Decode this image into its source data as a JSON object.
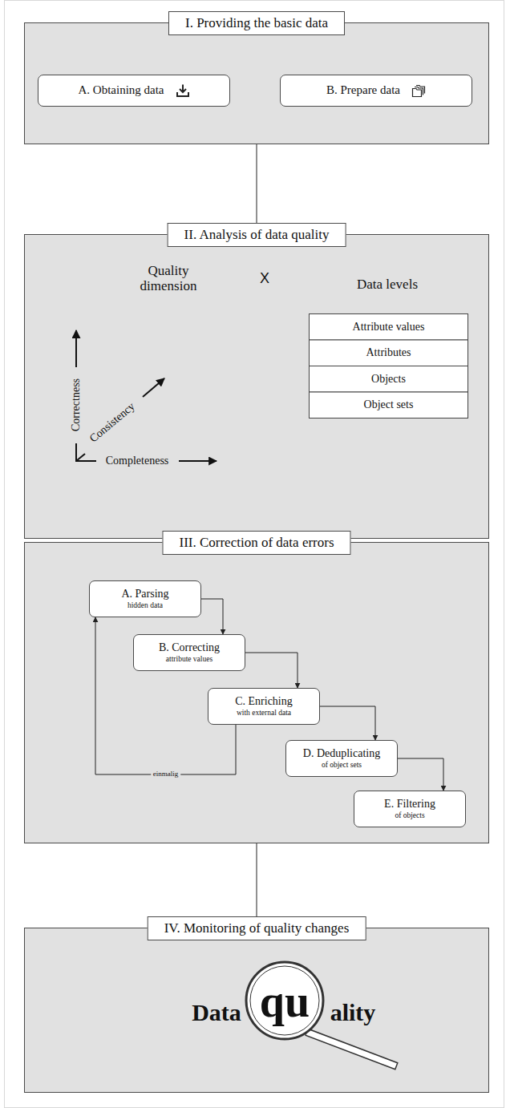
{
  "diagram": {
    "nodes": [
      {
        "text": [
          "I. Providing the basic data"
        ]
      },
      {
        "text": [
          "A. Obtaining data"
        ],
        "in": 0
      },
      {
        "text": [
          "B. Prepare data"
        ],
        "in": 0
      },
      {
        "text": [
          "II. Analysis of data quality"
        ]
      },
      {
        "text": [
          "III. Correction of data errors"
        ]
      },
      {
        "text": [
          "A. Parsing",
          "hidden data"
        ],
        "in": 4
      },
      {
        "text": [
          "B. Correcting",
          "attribute values"
        ],
        "in": 4
      },
      {
        "text": [
          "C. Enriching",
          "with external data"
        ],
        "in": 4
      },
      {
        "text": [
          "D. Deduplicating",
          "of object sets"
        ],
        "in": 4
      },
      {
        "text": [
          "E. Filtering",
          "of objects"
        ],
        "in": 4
      },
      {
        "text": [
          "IV. Monitoring of quality changes"
        ]
      }
    ],
    "edges": [
      {
        "from": 0,
        "to": 3,
        "arrow": "none"
      },
      {
        "from": 3,
        "to": 4,
        "arrow": "none"
      },
      {
        "from": 4,
        "to": 10,
        "arrow": "none"
      },
      {
        "from": 5,
        "to": 6,
        "arrow": "to"
      },
      {
        "from": 6,
        "to": 7,
        "arrow": "to"
      },
      {
        "from": 7,
        "to": 8,
        "arrow": "to"
      },
      {
        "from": 8,
        "to": 9,
        "arrow": "to"
      },
      {
        "from": 7,
        "to": 5,
        "label": "einmalig",
        "arrow": "to"
      }
    ],
    "labels": [
      "Quality dimension",
      "X",
      "Data levels",
      "Correctness",
      "Consistency",
      "Completeness",
      "Attribute values",
      "Attributes",
      "Objects",
      "Object sets",
      "Data",
      "qu",
      "ality"
    ]
  }
}
